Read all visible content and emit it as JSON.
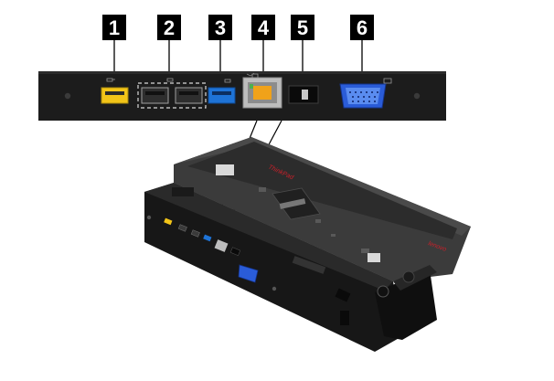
{
  "callouts": [
    {
      "number": "1",
      "port": "usb-2-port"
    },
    {
      "number": "2",
      "port": "usb-2-port-pair"
    },
    {
      "number": "3",
      "port": "usb-3-port"
    },
    {
      "number": "4",
      "port": "ethernet-port"
    },
    {
      "number": "5",
      "port": "dc-power-port"
    },
    {
      "number": "6",
      "port": "vga-port"
    }
  ],
  "brand": {
    "top_logo": "ThinkPad",
    "side_logo": "lenovo"
  },
  "colors": {
    "panel": "#1c1c1c",
    "label_bg": "#000000",
    "usb3_blue": "#1e73d6",
    "vga_blue": "#2a5cd8",
    "usb_yellow": "#f2c418",
    "ethernet_gray": "#bdbdbd"
  }
}
